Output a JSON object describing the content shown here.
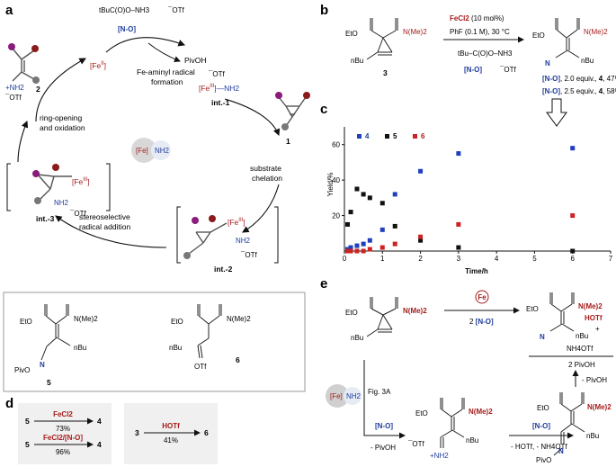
{
  "panel_letters": {
    "a": "a",
    "b": "b",
    "c": "c",
    "d": "d",
    "e": "e"
  },
  "colors": {
    "red": "#a61b1b",
    "blue": "#1f3c9c",
    "purple": "#8a1c7c",
    "dark_red": "#8b1a1a",
    "gray": "#777777",
    "series_4": "#1f3fbf",
    "series_5": "#111111",
    "series_6": "#cc2222"
  },
  "panel_a": {
    "reagent_top": "tBuC(O)O–NH3",
    "reagent_otf": "¯OTf",
    "reagent_code": "[N-O]",
    "pivoh": "PivOH",
    "fe_ii": "[Fe",
    "fe_ii_sup": "II",
    "fe_ii_close": "]",
    "formation_line1": "Fe-aminyl radical",
    "formation_line2": "formation",
    "int1_otf": "¯OTf",
    "int1_complex": "[Fe",
    "int1_sup": "III",
    "int1_tail": "]—NH2",
    "int1_label": "int.-1",
    "compound_1": "1",
    "substrate_line1": "substrate",
    "substrate_line2": "chelation",
    "center_fe": "[Fe]",
    "center_nh2": "NH2",
    "int2_fe": "[Fe",
    "int2_sup": "III",
    "int2_close": "]",
    "int2_nh2": "NH2",
    "int2_otf": "¯OTf",
    "int2_label": "int.-2",
    "radical_line1": "stereoselective",
    "radical_line2": "radical addition",
    "int3_fe": "[Fe",
    "int3_sup": "III",
    "int3_close": "]",
    "int3_nh2": "NH2",
    "int3_otf": "¯OTf",
    "int3_label": "int.-3",
    "ring_line1": "ring-opening",
    "ring_line2": "and oxidation",
    "compound_2_nh2": "+NH2",
    "compound_2_otf": "¯OTf",
    "compound_2": "2"
  },
  "panel_b": {
    "eto": "EtO",
    "nme2": "N(Me)2",
    "nbu": "nBu",
    "compound_3": "3",
    "catalyst": "FeCl2",
    "catalyst_loading": " (10 mol%)",
    "conditions": "PhF (0.1 M), 30 °C",
    "reagent_top": "tBu–C(O)O–NH3",
    "reagent_code": "[N-O]",
    "reagent_otf": "¯OTf",
    "product_eto": "EtO",
    "product_nme2": "N(Me)2",
    "product_n": "N",
    "product_nbu": "nBu",
    "result1_reagent": "[N-O]",
    "result1_rest": ", 2.0 equiv.,",
    "result1_cmpd": "4",
    "result1_yield": ", 47%",
    "result2_reagent": "[N-O]",
    "result2_rest": ", 2.5 equiv.,",
    "result2_cmpd": "4",
    "result2_yield": ", 58%"
  },
  "panel_c_legend": {
    "4": "4",
    "5": "5",
    "6": "6"
  },
  "chart_data": {
    "type": "scatter",
    "title": "",
    "xlabel": "Time/h",
    "ylabel": "Yield/%",
    "xlim": [
      0,
      7
    ],
    "ylim": [
      0,
      70
    ],
    "x_ticks": [
      0,
      1,
      2,
      3,
      4,
      5,
      6,
      7
    ],
    "y_ticks": [
      20,
      40,
      60
    ],
    "grid": false,
    "legend_position": "top",
    "series": [
      {
        "name": "4",
        "color": "#1f3fbf",
        "x": [
          0.083,
          0.167,
          0.33,
          0.5,
          0.67,
          1.0,
          1.33,
          2.0,
          3.0,
          6.0
        ],
        "y": [
          1,
          2,
          3,
          4,
          6,
          12,
          32,
          45,
          55,
          58
        ]
      },
      {
        "name": "5",
        "color": "#111111",
        "x": [
          0.083,
          0.167,
          0.33,
          0.5,
          0.67,
          1.0,
          1.33,
          2.0,
          3.0,
          6.0
        ],
        "y": [
          15,
          22,
          35,
          32,
          30,
          27,
          14,
          6,
          2,
          0
        ]
      },
      {
        "name": "6",
        "color": "#cc2222",
        "x": [
          0.083,
          0.167,
          0.33,
          0.5,
          0.67,
          1.0,
          1.33,
          2.0,
          3.0,
          6.0
        ],
        "y": [
          0,
          0,
          0,
          0,
          1,
          2,
          4,
          8,
          15,
          20
        ]
      }
    ]
  },
  "panel_box": {
    "c5_eto": "EtO",
    "c5_nme2": "N(Me)2",
    "c5_nbu": "nBu",
    "c5_pivo": "PivO",
    "c5_n": "N",
    "c5_label": "5",
    "c6_eto": "EtO",
    "c6_nme2": "N(Me)2",
    "c6_nbu": "nBu",
    "c6_otf": "OTf",
    "c6_label": "6"
  },
  "panel_d": {
    "r1_from": "5",
    "r1_reagent": "FeCl2",
    "r1_yield": "73%",
    "r1_to": "4",
    "r2_from": "5",
    "r2_reagent": "FeCl2/[N-O]",
    "r2_yield": "96%",
    "r2_to": "4",
    "r3_from": "3",
    "r3_reagent": "HOTf",
    "r3_yield": "41%",
    "r3_to": "6"
  },
  "panel_e": {
    "sm_eto": "EtO",
    "sm_nme2": "N(Me)2",
    "sm_nbu": "nBu",
    "fe_cat": "Fe",
    "arrow_reagent_prefix": "2 ",
    "arrow_reagent": "[N-O]",
    "product_eto": "EtO",
    "product_nme2": "N(Me)2",
    "product_n": "N",
    "product_nbu": "nBu",
    "plus": "+",
    "hotf": "HOTf",
    "nh4otf": "NH4OTf",
    "pivoh2": "2 PivOH",
    "fe_center": "[Fe]",
    "nh2_center": "NH2",
    "fig_ref": "Fig. 3A",
    "down_reagent": "[N-O]",
    "down_byproduct": "- PivOH",
    "mid_eto": "EtO",
    "mid_nme2": "N(Me)2",
    "mid_nbu": "nBu",
    "mid_otf": "¯OTf",
    "mid_nh2": "+NH2",
    "right_reagent": "[N-O]",
    "right_byproduct": "- HOTf, - NH4OTf",
    "oxime_eto": "EtO",
    "oxime_nme2": "N(Me)2",
    "oxime_nbu": "nBu",
    "oxime_pivo": "PivO",
    "oxime_n": "N",
    "up_byproduct": "- PivOH"
  }
}
